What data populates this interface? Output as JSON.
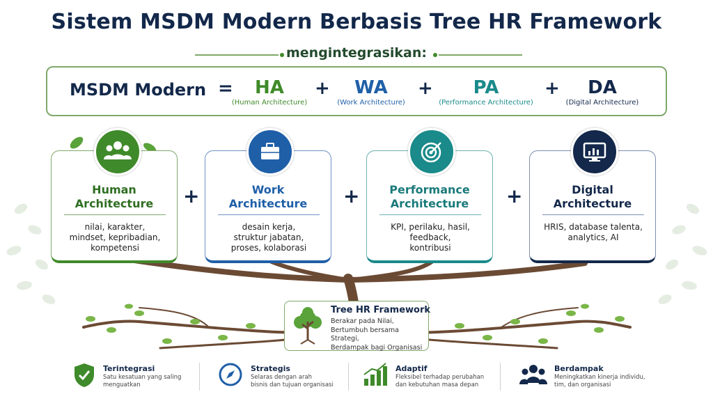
{
  "title": "Sistem MSDM Modern Berbasis Tree HR Framework",
  "subtitle": "mengintegrasikan:",
  "equation": {
    "lhs": "MSDM Modern",
    "equals": "=",
    "plus": "+",
    "terms": [
      {
        "abbr": "HA",
        "full": "(Human Architecture)",
        "color": "#3f8a2a"
      },
      {
        "abbr": "WA",
        "full": "(Work Architecture)",
        "color": "#1f5fa8"
      },
      {
        "abbr": "PA",
        "full": "(Performance Architecture)",
        "color": "#1a8a8a"
      },
      {
        "abbr": "DA",
        "full": "(Digital Architecture)",
        "color": "#13284a"
      }
    ]
  },
  "pillars": [
    {
      "title_line1": "Human",
      "title_line2": "Architecture",
      "desc": [
        "nilai, karakter,",
        "mindset, kepribadian,",
        "kompetensi"
      ],
      "icon": "people-icon",
      "color": "#3f8a2a"
    },
    {
      "title_line1": "Work",
      "title_line2": "Architecture",
      "desc": [
        "desain kerja,",
        "struktur jabatan,",
        "proses, kolaborasi"
      ],
      "icon": "briefcase-icon",
      "color": "#1f5fa8"
    },
    {
      "title_line1": "Performance",
      "title_line2": "Architecture",
      "desc": [
        "KPI, perilaku, hasil,",
        "feedback,",
        "kontribusi"
      ],
      "icon": "target-icon",
      "color": "#1a8a8a"
    },
    {
      "title_line1": "Digital",
      "title_line2": "Architecture",
      "desc": [
        "HRIS, database talenta,",
        "analytics, AI"
      ],
      "icon": "monitor-chart-icon",
      "color": "#13284a"
    }
  ],
  "pillar_plus": "+",
  "tree_box": {
    "title": "Tree HR Framework",
    "lines": [
      "Berakar pada Nilai,",
      "Bertumbuh bersama Strategi,",
      "Berdampak bagi Organisasi"
    ]
  },
  "features": [
    {
      "title": "Terintegrasi",
      "desc": [
        "Satu kesatuan yang saling",
        "menguatkan"
      ],
      "icon": "shield-check-icon",
      "color": "#3f8a2a"
    },
    {
      "title": "Strategis",
      "desc": [
        "Selaras dengan arah",
        "bisnis dan tujuan organisasi"
      ],
      "icon": "compass-icon",
      "color": "#1f5fa8"
    },
    {
      "title": "Adaptif",
      "desc": [
        "Fleksibel terhadap perubahan",
        "dan kebutuhan masa depan"
      ],
      "icon": "growth-chart-icon",
      "color": "#3f8a2a"
    },
    {
      "title": "Berdampak",
      "desc": [
        "Meningkatkan kinerja individu,",
        "tim, dan organisasi"
      ],
      "icon": "team-icon",
      "color": "#13284a"
    }
  ]
}
